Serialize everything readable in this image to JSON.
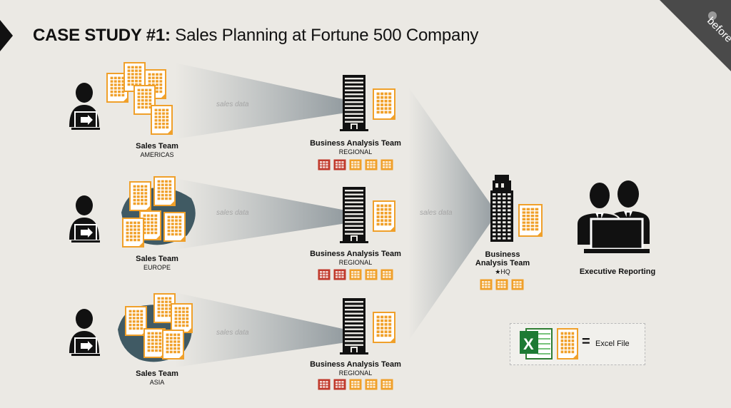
{
  "header": {
    "title_bold": "CASE STUDY #1:",
    "title_rest": "Sales Planning at Fortune 500 Company",
    "corner_badge": "before"
  },
  "sales_teams": [
    {
      "label": "Sales Team",
      "region": "AMERICAS"
    },
    {
      "label": "Sales Team",
      "region": "EUROPE"
    },
    {
      "label": "Sales Team",
      "region": "ASIA"
    }
  ],
  "regional_teams": [
    {
      "label": "Business Analysis Team",
      "sub": "REGIONAL"
    },
    {
      "label": "Business Analysis Team",
      "sub": "REGIONAL"
    },
    {
      "label": "Business Analysis Team",
      "sub": "REGIONAL"
    }
  ],
  "flow_labels": [
    "sales data",
    "sales data",
    "sales data",
    "sales data"
  ],
  "hq_team": {
    "label_line1": "Business",
    "label_line2": "Analysis Team",
    "sub": "★HQ"
  },
  "executive": {
    "label": "Executive Reporting"
  },
  "legend": {
    "equals": "=",
    "text": "Excel File"
  },
  "colors": {
    "doc_orange": "#f0a02a",
    "doc_red": "#c0392b",
    "ink": "#111111",
    "map_teal": "#2d4a55",
    "beam": "#9aa3a8"
  }
}
